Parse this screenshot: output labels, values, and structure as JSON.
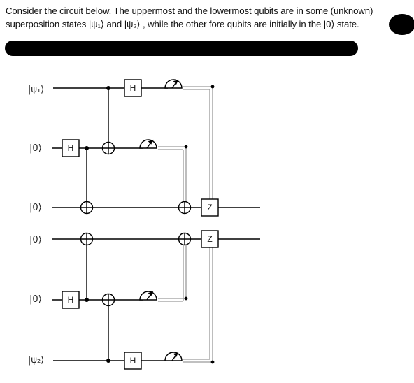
{
  "question": {
    "line1": "Consider the circuit below. The uppermost and the lowermost qubits are in some (unknown)",
    "line2": "superposition states |ψ₁⟩ and |ψ₂⟩ , while the other fore qubits are initially in the |0⟩ state."
  },
  "circuit": {
    "qubit_labels": [
      "|ψ₁⟩",
      "|0⟩",
      "|0⟩",
      "|0⟩",
      "|0⟩",
      "|ψ₂⟩"
    ],
    "hadamard_label": "H",
    "z_label": "Z"
  },
  "colors": {
    "wire": "#000000",
    "classical_wire": "#9a9a9a",
    "redaction": "#000000"
  }
}
